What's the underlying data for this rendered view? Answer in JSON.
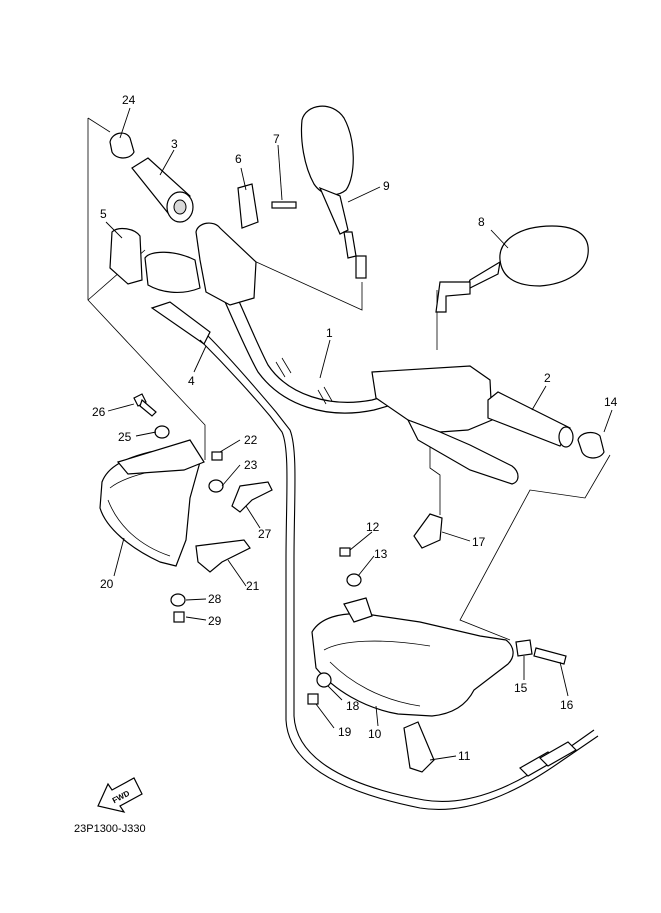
{
  "diagram_code": "23P1300-J330",
  "fwd_label": "FWD",
  "callouts": {
    "c1": "1",
    "c2": "2",
    "c3": "3",
    "c4": "4",
    "c5": "5",
    "c6": "6",
    "c7": "7",
    "c8": "8",
    "c9": "9",
    "c10": "10",
    "c11": "11",
    "c12": "12",
    "c13": "13",
    "c14": "14",
    "c15": "15",
    "c16": "16",
    "c17": "17",
    "c18": "18",
    "c19": "19",
    "c20": "20",
    "c21": "21",
    "c22": "22",
    "c23": "23",
    "c24": "24",
    "c25": "25",
    "c26": "26",
    "c27": "27",
    "c28": "28",
    "c29": "29"
  },
  "colors": {
    "line": "#000000",
    "shading": "#d9d9d9",
    "background": "#ffffff"
  }
}
